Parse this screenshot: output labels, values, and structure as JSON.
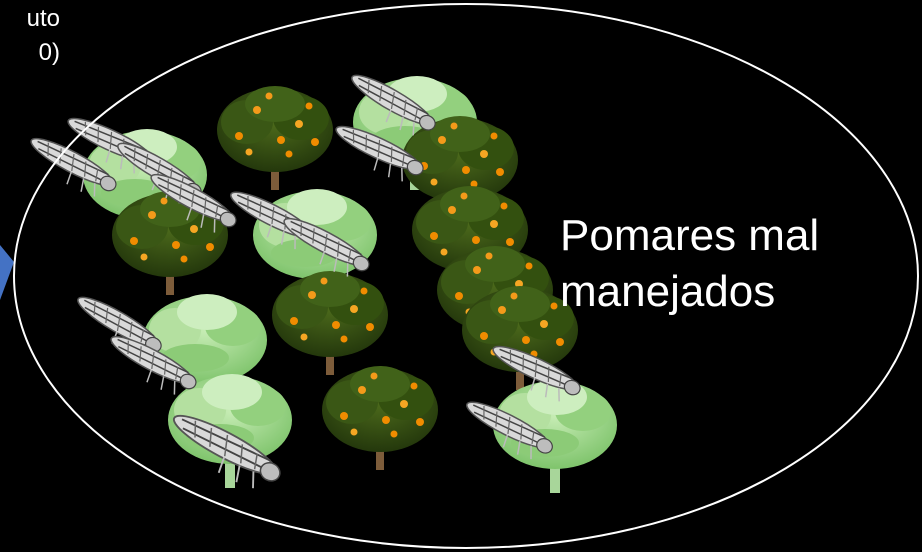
{
  "slide": {
    "partial_text": {
      "line1": "uto",
      "line2": "0)"
    },
    "ellipse_label": {
      "line1": "Pomares mal",
      "line2": "manejados"
    },
    "colors": {
      "background": "#000000",
      "outline": "#ffffff",
      "arrow": "#4472c4",
      "healthy_canopy": "#2f4a12",
      "orange_fruit": "#f08c00",
      "diseased_canopy": "#9fd98a",
      "trunk": "#8a6a44",
      "insect": "#cfcfcf"
    },
    "orchard": {
      "orange_trees": "orange-tree-icon",
      "diseased_trees": "diseased-tree-icon",
      "insects": "psyllid-insect-icon"
    }
  }
}
